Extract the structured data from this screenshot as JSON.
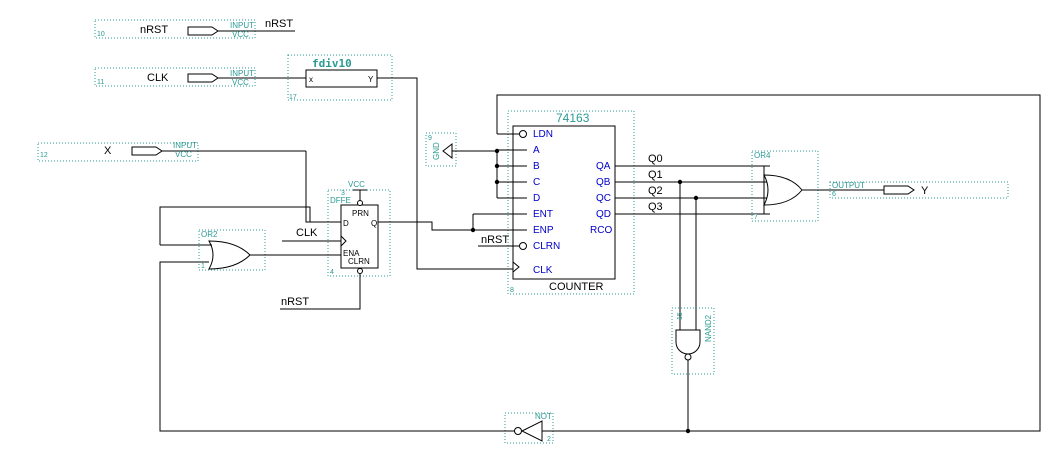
{
  "inputs": [
    {
      "name": "nRST",
      "type": "INPUT",
      "default": "VCC",
      "id": "10"
    },
    {
      "name": "CLK",
      "type": "INPUT",
      "default": "VCC",
      "id": "11"
    },
    {
      "name": "X",
      "type": "INPUT",
      "default": "VCC",
      "id": "12"
    }
  ],
  "nrst_net": "nRST",
  "fdiv": {
    "title": "fdiv10",
    "port_in": "x",
    "port_out": "Y",
    "id": "17"
  },
  "counter": {
    "title": "74163",
    "footer": "COUNTER",
    "id": "8",
    "left_pins": [
      "LDN",
      "A",
      "B",
      "C",
      "D",
      "ENT",
      "ENP",
      "CLRN",
      "CLK"
    ],
    "right_pins": [
      "QA",
      "QB",
      "QC",
      "QD",
      "RCO"
    ]
  },
  "q_nets": [
    "Q0",
    "Q1",
    "Q2",
    "Q3"
  ],
  "gnd": {
    "label": "GND",
    "id": "9"
  },
  "dff": {
    "title": "DFFE",
    "vcc": "VCC",
    "id": "4",
    "pin_prn": "PRN",
    "pin_d": "D",
    "pin_q": "Q",
    "pin_ena": "ENA",
    "pin_clrn": "CLRN",
    "pin_vcc_id": "3"
  },
  "dff_clk_net": "CLK",
  "dff_nrst_net": "nRST",
  "counter_nrst_net": "nRST",
  "or2": {
    "title": "OR2",
    "id": "1"
  },
  "or4": {
    "title": "OR4",
    "id": "7"
  },
  "nand2": {
    "title": "NAND2",
    "id": "15"
  },
  "not_gate": {
    "title": "NOT",
    "id": "2"
  },
  "output": {
    "name": "Y",
    "type": "OUTPUT",
    "id": "6"
  }
}
